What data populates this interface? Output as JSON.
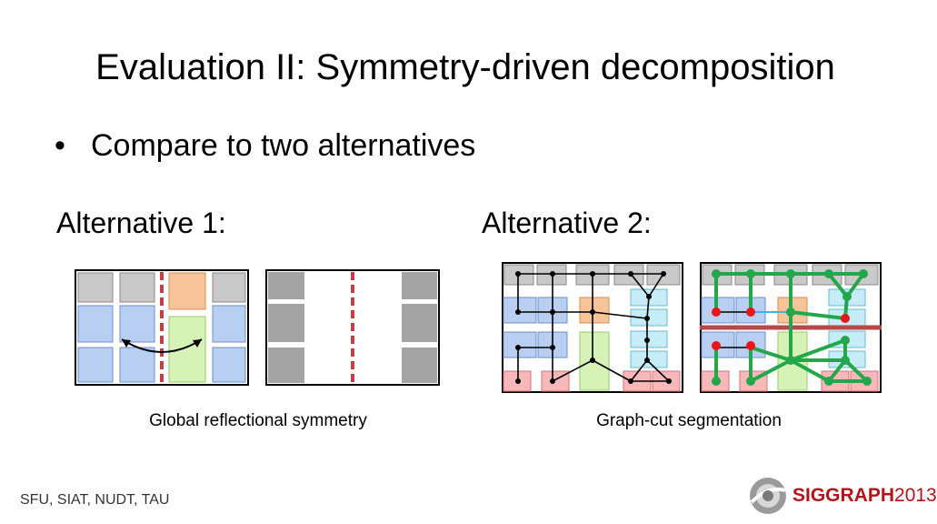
{
  "slide": {
    "title": "Evaluation II: Symmetry-driven decomposition",
    "bullet": "Compare to two alternatives",
    "alternatives": [
      {
        "label": "Alternative 1:",
        "caption": "Global reflectional symmetry"
      },
      {
        "label": "Alternative 2:",
        "caption": "Graph-cut segmentation"
      }
    ],
    "footer": "SFU, SIAT, NUDT, TAU",
    "logo": {
      "word": "SIGGRAPH",
      "year": "2013"
    }
  },
  "colors": {
    "gray_tile": "#c9c9c9",
    "blue_tile": "#b8cff2",
    "orange_tile": "#f7c49a",
    "green_tile": "#d6f2b6",
    "cyan_tile": "#c6ecf7",
    "red_tile": "#f6b8b8",
    "dark_gray": "#a4a4a4",
    "symmetry_line": "#c0404a",
    "graph_node": "#000000",
    "green_node": "#22a84a",
    "red_node": "#e8161c",
    "cut_line": "#b84848",
    "logo_red": "#b0151c"
  }
}
